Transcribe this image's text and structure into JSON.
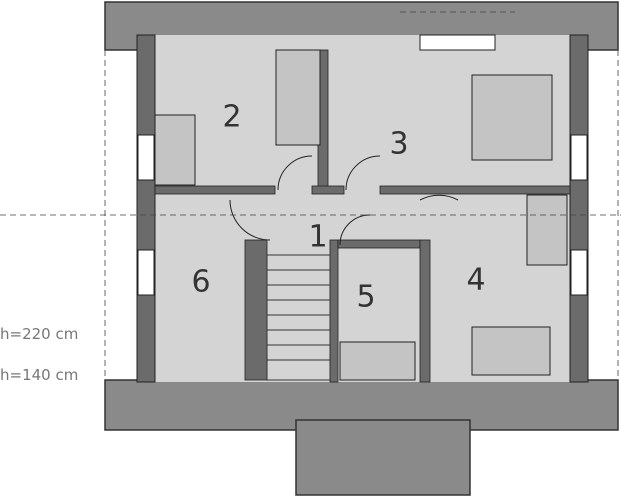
{
  "rooms": [
    {
      "number": "1"
    },
    {
      "number": "2"
    },
    {
      "number": "3"
    },
    {
      "number": "4"
    },
    {
      "number": "5"
    },
    {
      "number": "6"
    }
  ],
  "legend": {
    "height_high": "h=220 cm",
    "height_low": "h=140 cm"
  },
  "colors": {
    "wall": "#6b6b6b",
    "roof": "#8a8a8a",
    "floor": "#d4d4d4",
    "furniture": "#c4c4c4",
    "line": "#222222",
    "background": "#ffffff"
  }
}
